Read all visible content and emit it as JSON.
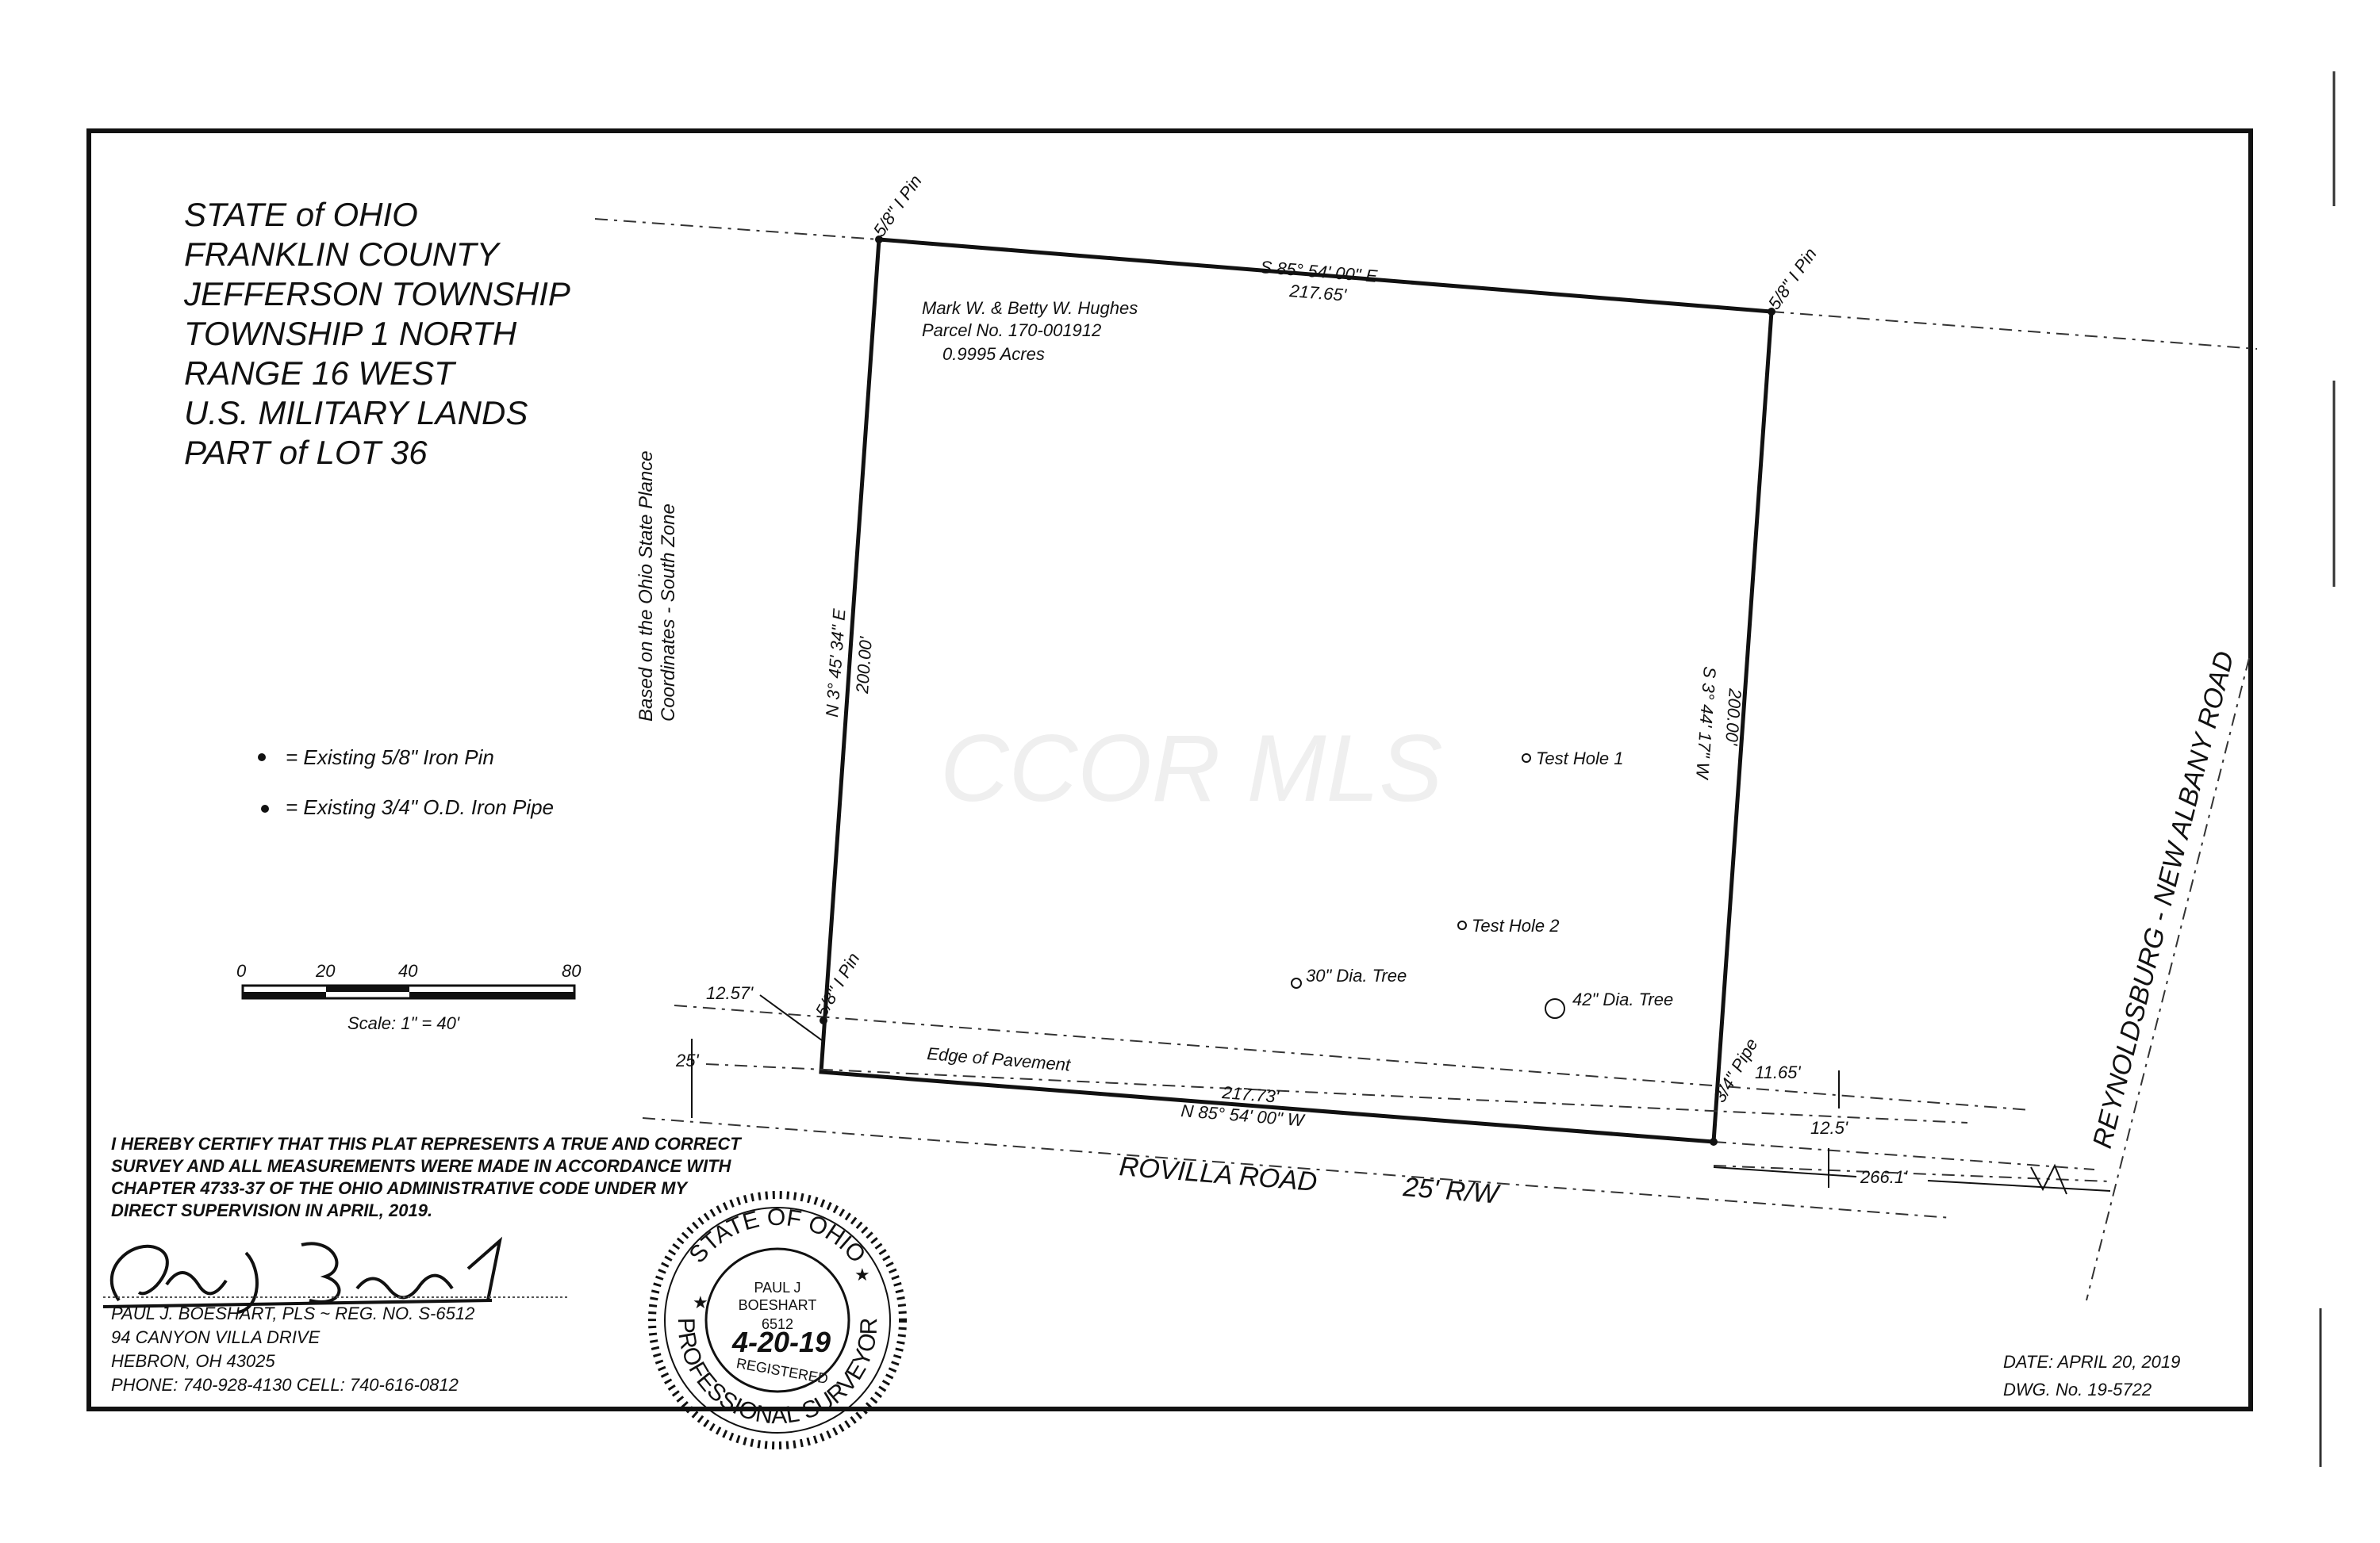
{
  "header": {
    "lines": [
      "STATE of OHIO",
      "FRANKLIN COUNTY",
      "JEFFERSON TOWNSHIP",
      "TOWNSHIP 1 NORTH",
      "RANGE 16 WEST",
      "U.S. MILITARY LANDS",
      "PART of LOT 36"
    ]
  },
  "basis": {
    "line1": "Based on the Ohio State Plance",
    "line2": "Coordinates - South Zone"
  },
  "legend": {
    "iron_pin": "= Existing 5/8\" Iron Pin",
    "iron_pipe": "= Existing 3/4\" O.D. Iron Pipe"
  },
  "scale": {
    "ticks": [
      "0",
      "20",
      "40",
      "80"
    ],
    "label": "Scale: 1\" = 40'"
  },
  "parcel": {
    "owner": "Mark W. & Betty W. Hughes",
    "parcel_no": "Parcel No. 170-001912",
    "acres": "0.9995 Acres"
  },
  "bounds": {
    "north_bearing": "S 85° 54' 00\" E",
    "north_distance": "217.65'",
    "east_bearing": "S 3° 44' 17\" W",
    "east_distance": "200.00'",
    "south_bearing": "N 85° 54' 00\" W",
    "south_distance": "217.73'",
    "west_bearing": "N 3° 45' 34\" E",
    "west_distance": "200.00'"
  },
  "monuments": {
    "nw": "5/8\" I Pin",
    "ne": "5/8\" I Pin",
    "sw": "5/8\" I Pin",
    "se": "3/4\" Pipe"
  },
  "features": {
    "test_hole_1": "Test Hole 1",
    "test_hole_2": "Test Hole 2",
    "tree_30": "30\" Dia. Tree",
    "tree_42": "42\" Dia. Tree",
    "edge_pavement": "Edge of Pavement"
  },
  "dims": {
    "d_1257": "12.57'",
    "d_25": "25'",
    "d_1165": "11.65'",
    "d_125": "12.5'",
    "d_2661": "266.1'"
  },
  "roads": {
    "rovilla_name": "ROVILLA ROAD",
    "rovilla_rw": "25' R/W",
    "reynoldsburg": "REYNOLDSBURG - NEW ALBANY ROAD"
  },
  "watermark": "CCOR MLS",
  "certification": {
    "line1": "I HEREBY CERTIFY THAT THIS PLAT REPRESENTS A TRUE AND CORRECT",
    "line2": "SURVEY AND ALL MEASUREMENTS WERE MADE IN ACCORDANCE WITH",
    "line3": "CHAPTER 4733-37 OF THE OHIO ADMINISTRATIVE CODE UNDER MY",
    "line4": "DIRECT SUPERVISION IN APRIL, 2019."
  },
  "surveyor": {
    "name_line": "PAUL J. BOESHART, PLS ~ REG. NO. S-6512",
    "address1": "94 CANYON VILLA DRIVE",
    "address2": "HEBRON, OH 43025",
    "phone": "PHONE: 740-928-4130  CELL: 740-616-0812",
    "signature": "Paul J. Boeshart"
  },
  "seal": {
    "top": "STATE OF OHIO",
    "bottom": "PROFESSIONAL SURVEYOR",
    "name1": "PAUL J",
    "name2": "BOESHART",
    "number": "6512",
    "registered": "REGISTERED",
    "date": "4-20-19"
  },
  "footer": {
    "date": "DATE:  APRIL 20, 2019",
    "dwg": "DWG. No. 19-5722"
  }
}
